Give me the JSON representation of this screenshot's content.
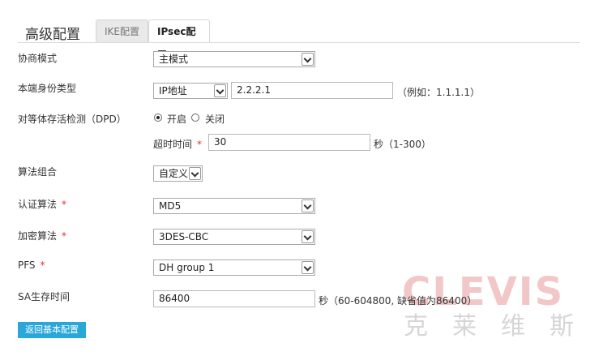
{
  "header": {
    "title": "高级配置",
    "tabs": [
      {
        "label": "IKE配置",
        "active": false
      },
      {
        "label": "IPsec配置",
        "active": true
      }
    ]
  },
  "form": {
    "negotiation_mode": {
      "label": "协商模式",
      "value": "主模式"
    },
    "local_id_type": {
      "label": "本端身份类型",
      "type_value": "IP地址",
      "ip_value": "2.2.2.1",
      "hint": "（例如：1.1.1.1）"
    },
    "dpd": {
      "label": "对等体存活检测（DPD）",
      "on_label": "开启",
      "off_label": "关闭",
      "selected": "on"
    },
    "timeout": {
      "label": "超时时间",
      "required": "*",
      "value": "30",
      "hint": "秒（1-300）"
    },
    "algorithm_suite": {
      "label": "算法组合",
      "value": "自定义"
    },
    "auth_algorithm": {
      "label": "认证算法",
      "required": "*",
      "value": "MD5"
    },
    "encrypt_algorithm": {
      "label": "加密算法",
      "required": "*",
      "value": "3DES-CBC"
    },
    "pfs": {
      "label": "PFS",
      "required": "*",
      "value": "DH group 1"
    },
    "sa_lifetime": {
      "label": "SA生存时间",
      "value": "86400",
      "hint": "秒（60-604800, 缺省值为86400）"
    }
  },
  "back_button": "返回基本配置",
  "watermark": {
    "text_en": "CLEVIS",
    "text_cn": "克莱维斯"
  },
  "colors": {
    "accent": "#2aa7d9",
    "required": "#e0302a",
    "watermark": "#f2c7c7"
  }
}
